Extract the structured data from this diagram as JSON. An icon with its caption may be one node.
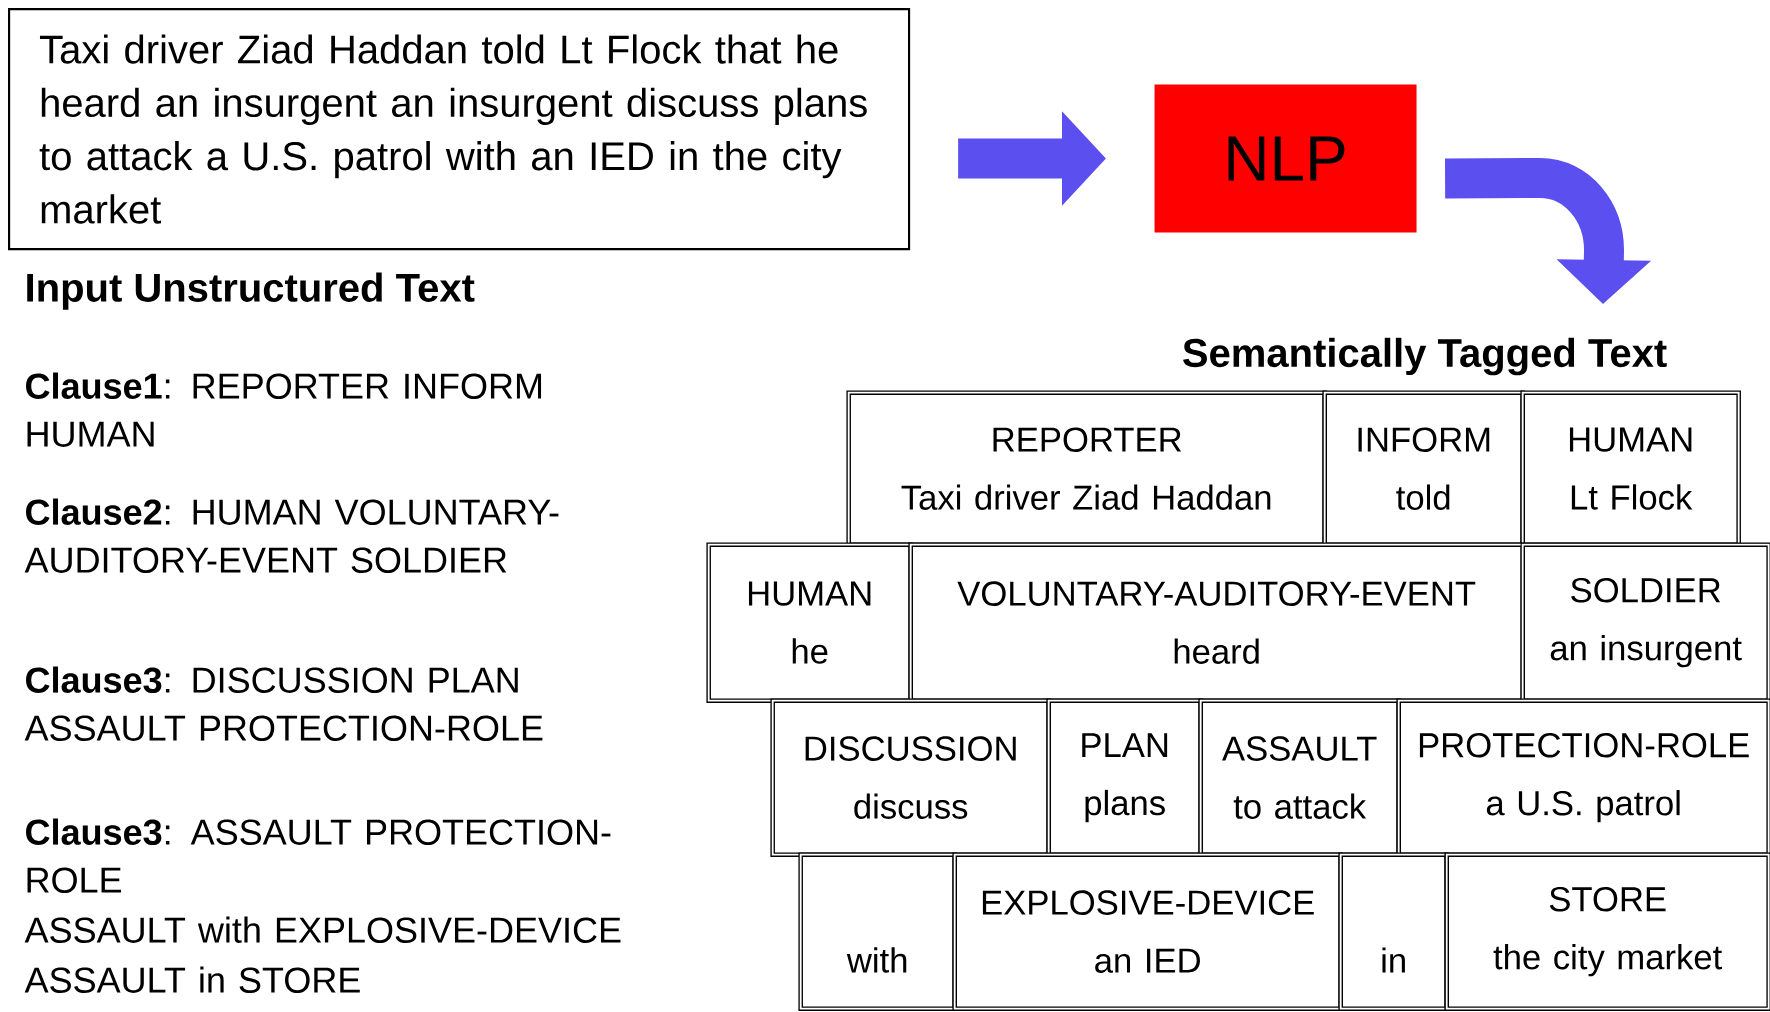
{
  "diagram": {
    "nodes": [
      {
        "text": [
          "Taxi driver Ziad Haddan told Lt Flock that he heard an insurgent an insurgent discuss plans to attack a U.S. patrol with an IED in the city market"
        ],
        "beside": [
          "Input Unstructured Text"
        ]
      },
      {
        "text": [
          "NLP"
        ]
      },
      {
        "text": [
          "Semantically Tagged Text"
        ]
      },
      {
        "text": [
          "REPORTER",
          "Taxi driver Ziad Haddan"
        ]
      },
      {
        "text": [
          "INFORM",
          "told"
        ]
      },
      {
        "text": [
          "HUMAN",
          "Lt Flock"
        ]
      },
      {
        "text": [
          "HUMAN",
          "he"
        ]
      },
      {
        "text": [
          "VOLUNTARY-AUDITORY-EVENT",
          "heard"
        ]
      },
      {
        "text": [
          "SOLDIER",
          "an insurgent"
        ]
      },
      {
        "text": [
          "DISCUSSION",
          "discuss"
        ]
      },
      {
        "text": [
          "PLAN",
          "plans"
        ]
      },
      {
        "text": [
          "ASSAULT",
          "to attack"
        ]
      },
      {
        "text": [
          "PROTECTION-ROLE",
          "a U.S. patrol"
        ]
      },
      {
        "text": [
          "with"
        ]
      },
      {
        "text": [
          "EXPLOSIVE-DEVICE",
          "an IED"
        ]
      },
      {
        "text": [
          "in"
        ]
      },
      {
        "text": [
          "STORE",
          "the city market"
        ]
      }
    ],
    "edges": [
      {
        "from": 0,
        "to": 1,
        "arrow": "to"
      },
      {
        "from": 1,
        "to": 2,
        "arrow": "to"
      }
    ],
    "labels": [
      "**Clause1**: REPORTER INFORM HUMAN",
      "**Clause2**: HUMAN VOLUNTARY-AUDITORY-EVENT SOLDIER",
      "**Clause3**: DISCUSSION PLAN ASSAULT PROTECTION-ROLE",
      "**Clause3**: ASSAULT PROTECTION-ROLE",
      "ASSAULT with EXPLOSIVE-DEVICE",
      "ASSAULT in STORE"
    ]
  }
}
